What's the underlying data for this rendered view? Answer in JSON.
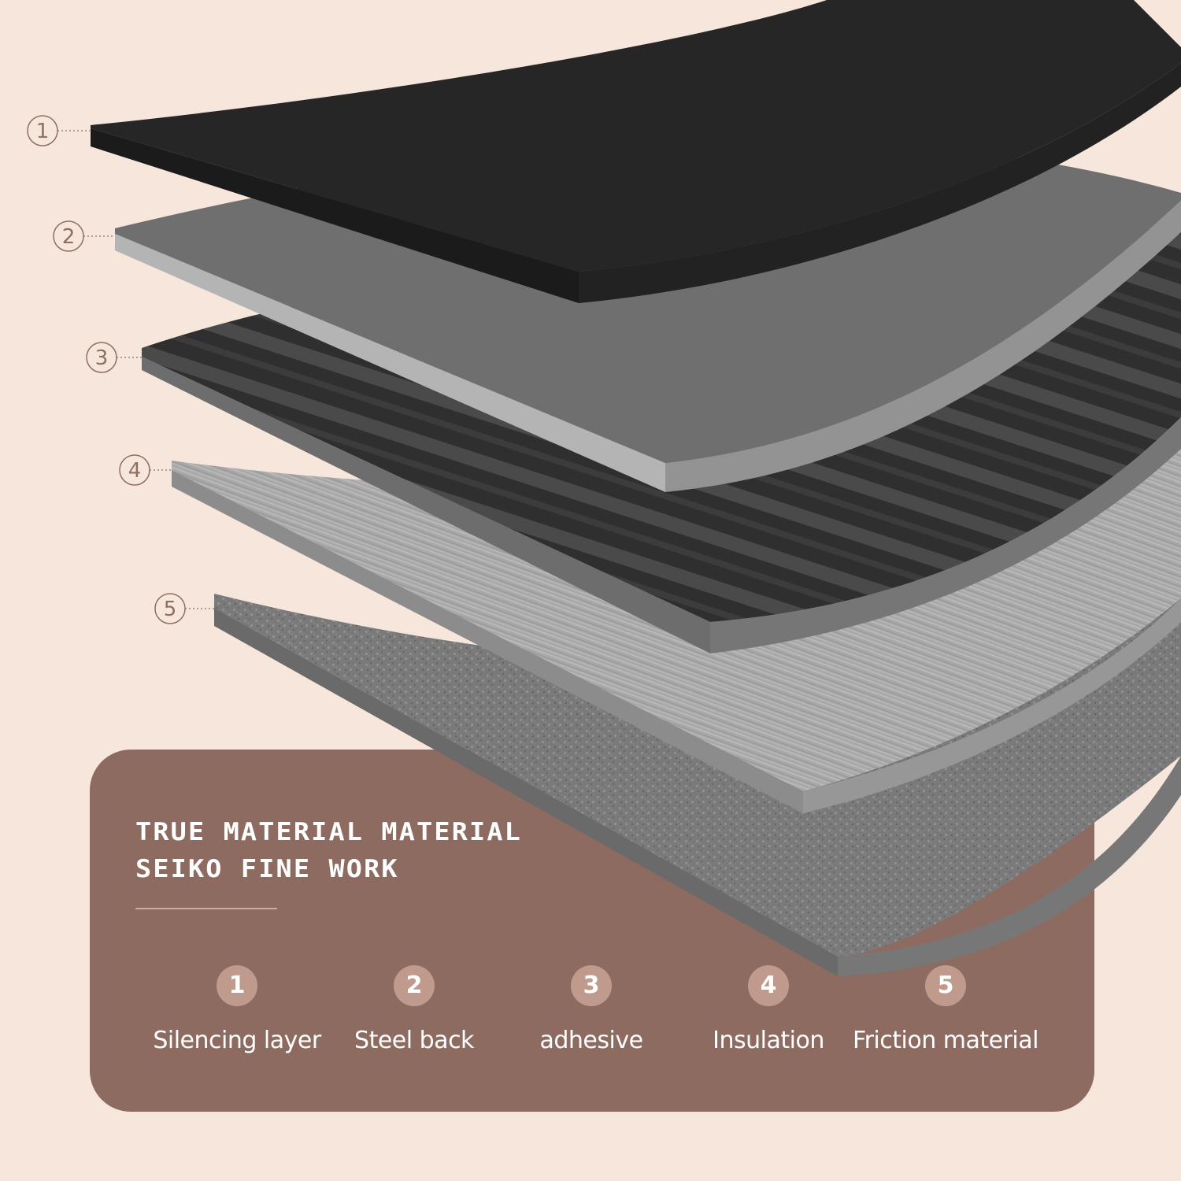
{
  "headline": {
    "line1": "TRUE MATERIAL MATERIAL",
    "line2": "SEIKO FINE WORK"
  },
  "callouts": [
    "1",
    "2",
    "3",
    "4",
    "5"
  ],
  "legend": [
    {
      "number": "1",
      "label": "Silencing layer"
    },
    {
      "number": "2",
      "label": "Steel back"
    },
    {
      "number": "3",
      "label": "adhesive"
    },
    {
      "number": "4",
      "label": "Insulation"
    },
    {
      "number": "5",
      "label": "Friction material"
    }
  ],
  "colors": {
    "background": "#f7e6db",
    "panel": "#8d6b60",
    "callout": "#8d6f64",
    "badge": "#c09a8d",
    "text": "#ffffff"
  }
}
